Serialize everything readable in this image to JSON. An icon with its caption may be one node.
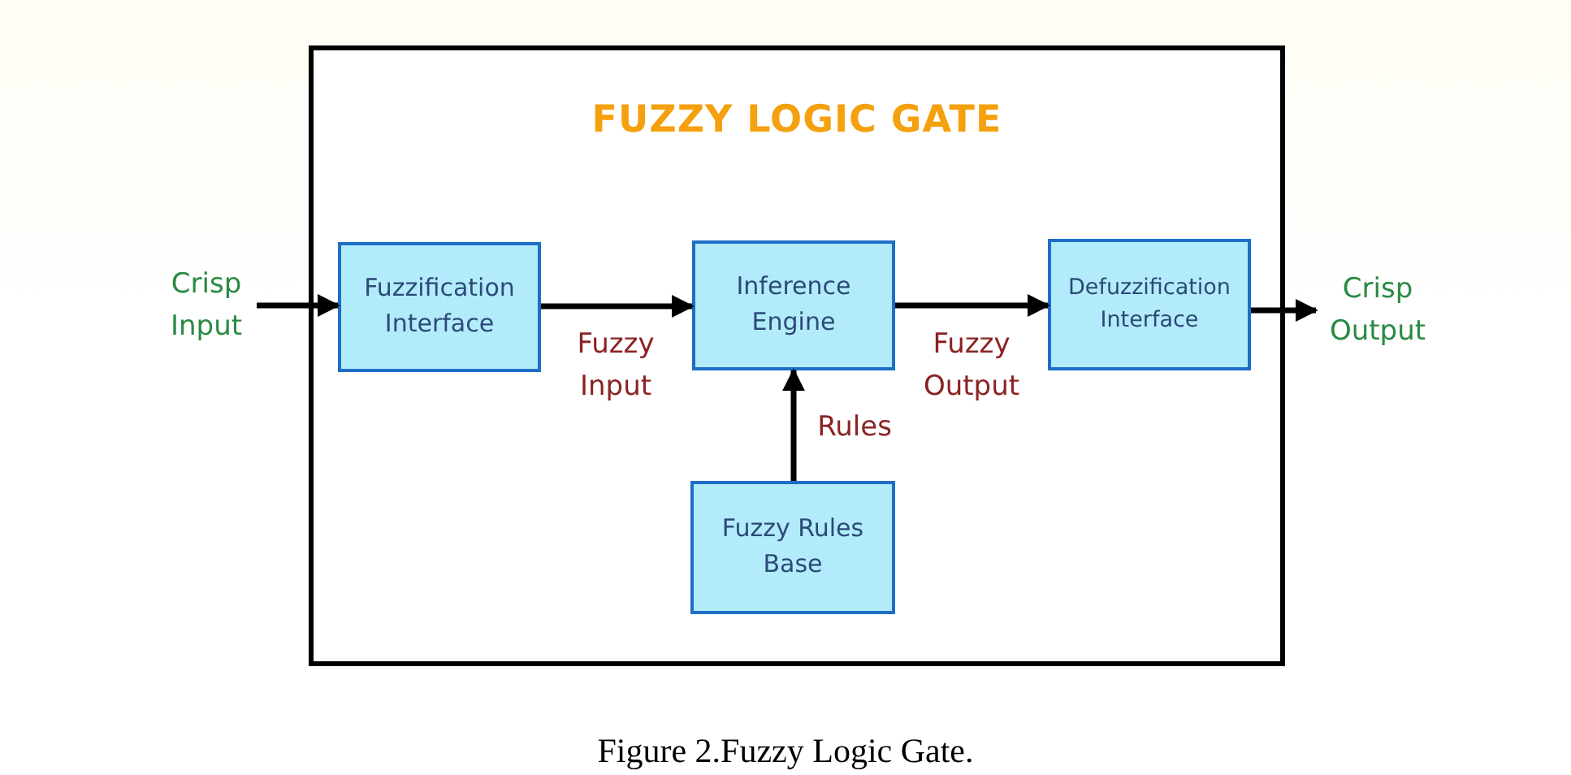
{
  "diagram": {
    "caption": "Figure 2.Fuzzy Logic Gate.",
    "nodes": [
      {
        "text": [
          "FUZZY LOGIC GATE"
        ]
      },
      {
        "text": [
          "Crisp Input"
        ]
      },
      {
        "text": [
          "Fuzzification Interface"
        ],
        "in": 0
      },
      {
        "text": [
          "Inference Engine"
        ],
        "in": 0
      },
      {
        "text": [
          "Defuzzification Interface"
        ],
        "in": 0
      },
      {
        "text": [
          "Fuzzy Rules Base"
        ],
        "in": 0
      },
      {
        "text": [
          "Crisp Output"
        ]
      }
    ],
    "edges": [
      {
        "from": 1,
        "to": 2,
        "arrow": "to"
      },
      {
        "from": 2,
        "to": 3,
        "arrow": "to",
        "label": "Fuzzy Input"
      },
      {
        "from": 3,
        "to": 4,
        "arrow": "to",
        "label": "Fuzzy Output"
      },
      {
        "from": 5,
        "to": 3,
        "arrow": "to",
        "label": "Rules"
      },
      {
        "from": 4,
        "to": 6,
        "arrow": "to"
      }
    ]
  }
}
